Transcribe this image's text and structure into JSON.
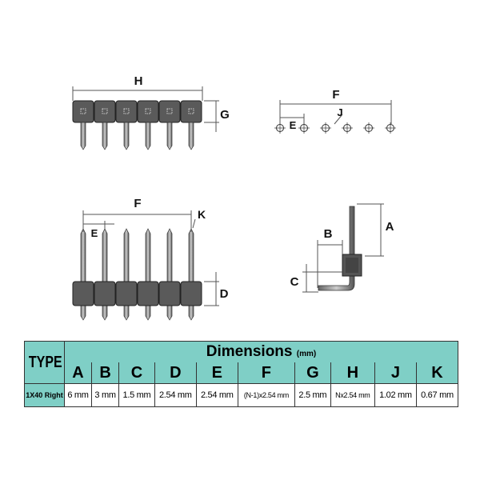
{
  "diagram": {
    "top_left": {
      "labels": {
        "width": "H",
        "height": "G"
      }
    },
    "top_right": {
      "labels": {
        "total": "F",
        "pitch": "E",
        "hole": "J"
      }
    },
    "mid_left": {
      "labels": {
        "total": "F",
        "pitch": "E",
        "pin": "K",
        "body": "D"
      }
    },
    "side": {
      "labels": {
        "pin_up": "A",
        "bend": "B",
        "body": "C"
      }
    }
  },
  "table": {
    "type_header": "TYPE",
    "dimensions_title": "Dimensions",
    "dimensions_unit": "(mm)",
    "columns": [
      "A",
      "B",
      "C",
      "D",
      "E",
      "F",
      "G",
      "H",
      "J",
      "K"
    ],
    "rows": [
      {
        "type": "1X40 Right",
        "values": [
          "6 mm",
          "3 mm",
          "1.5 mm",
          "2.54 mm",
          "2.54 mm",
          "(N-1)x2.54 mm",
          "2.5 mm",
          "Nx2.54 mm",
          "1.02 mm",
          "0.67 mm"
        ]
      }
    ]
  }
}
